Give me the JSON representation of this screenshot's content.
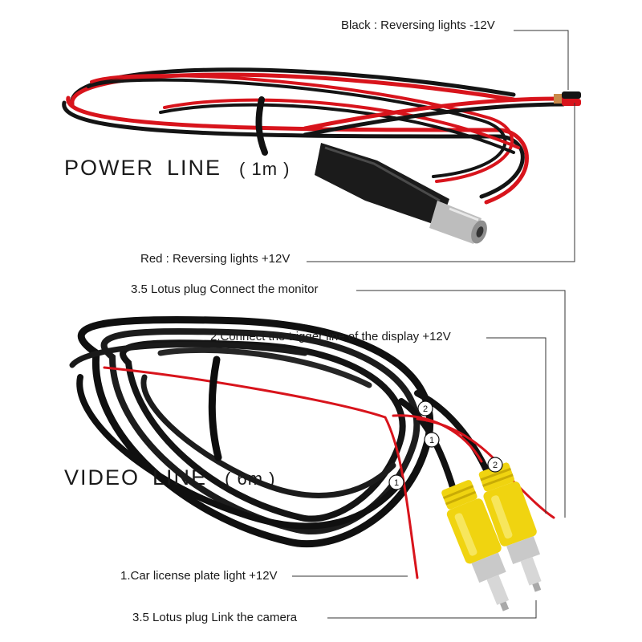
{
  "titles": {
    "power": {
      "word1": "POWER",
      "word2": "LINE",
      "length": "( 1m )"
    },
    "video": {
      "word1": "VIDEO",
      "word2": "LINE",
      "length": "( 6m )"
    }
  },
  "labels": {
    "black": "Black : Reversing lights -12V",
    "red": "Red : Reversing lights +12V",
    "lotus_monitor": "3.5 Lotus plug  Connect the monitor",
    "trigger": "2.Connect the trigger line of the display +12V",
    "plate": "1.Car license plate light +12V",
    "lotus_camera": "3.5 Lotus plug  Link the camera"
  },
  "badges": {
    "one": "1",
    "two": "2"
  },
  "colors": {
    "red_wire": "#d8141c",
    "black_wire": "#141414",
    "plug_yellow": "#f0d410",
    "metal": "#c9c9c9"
  }
}
